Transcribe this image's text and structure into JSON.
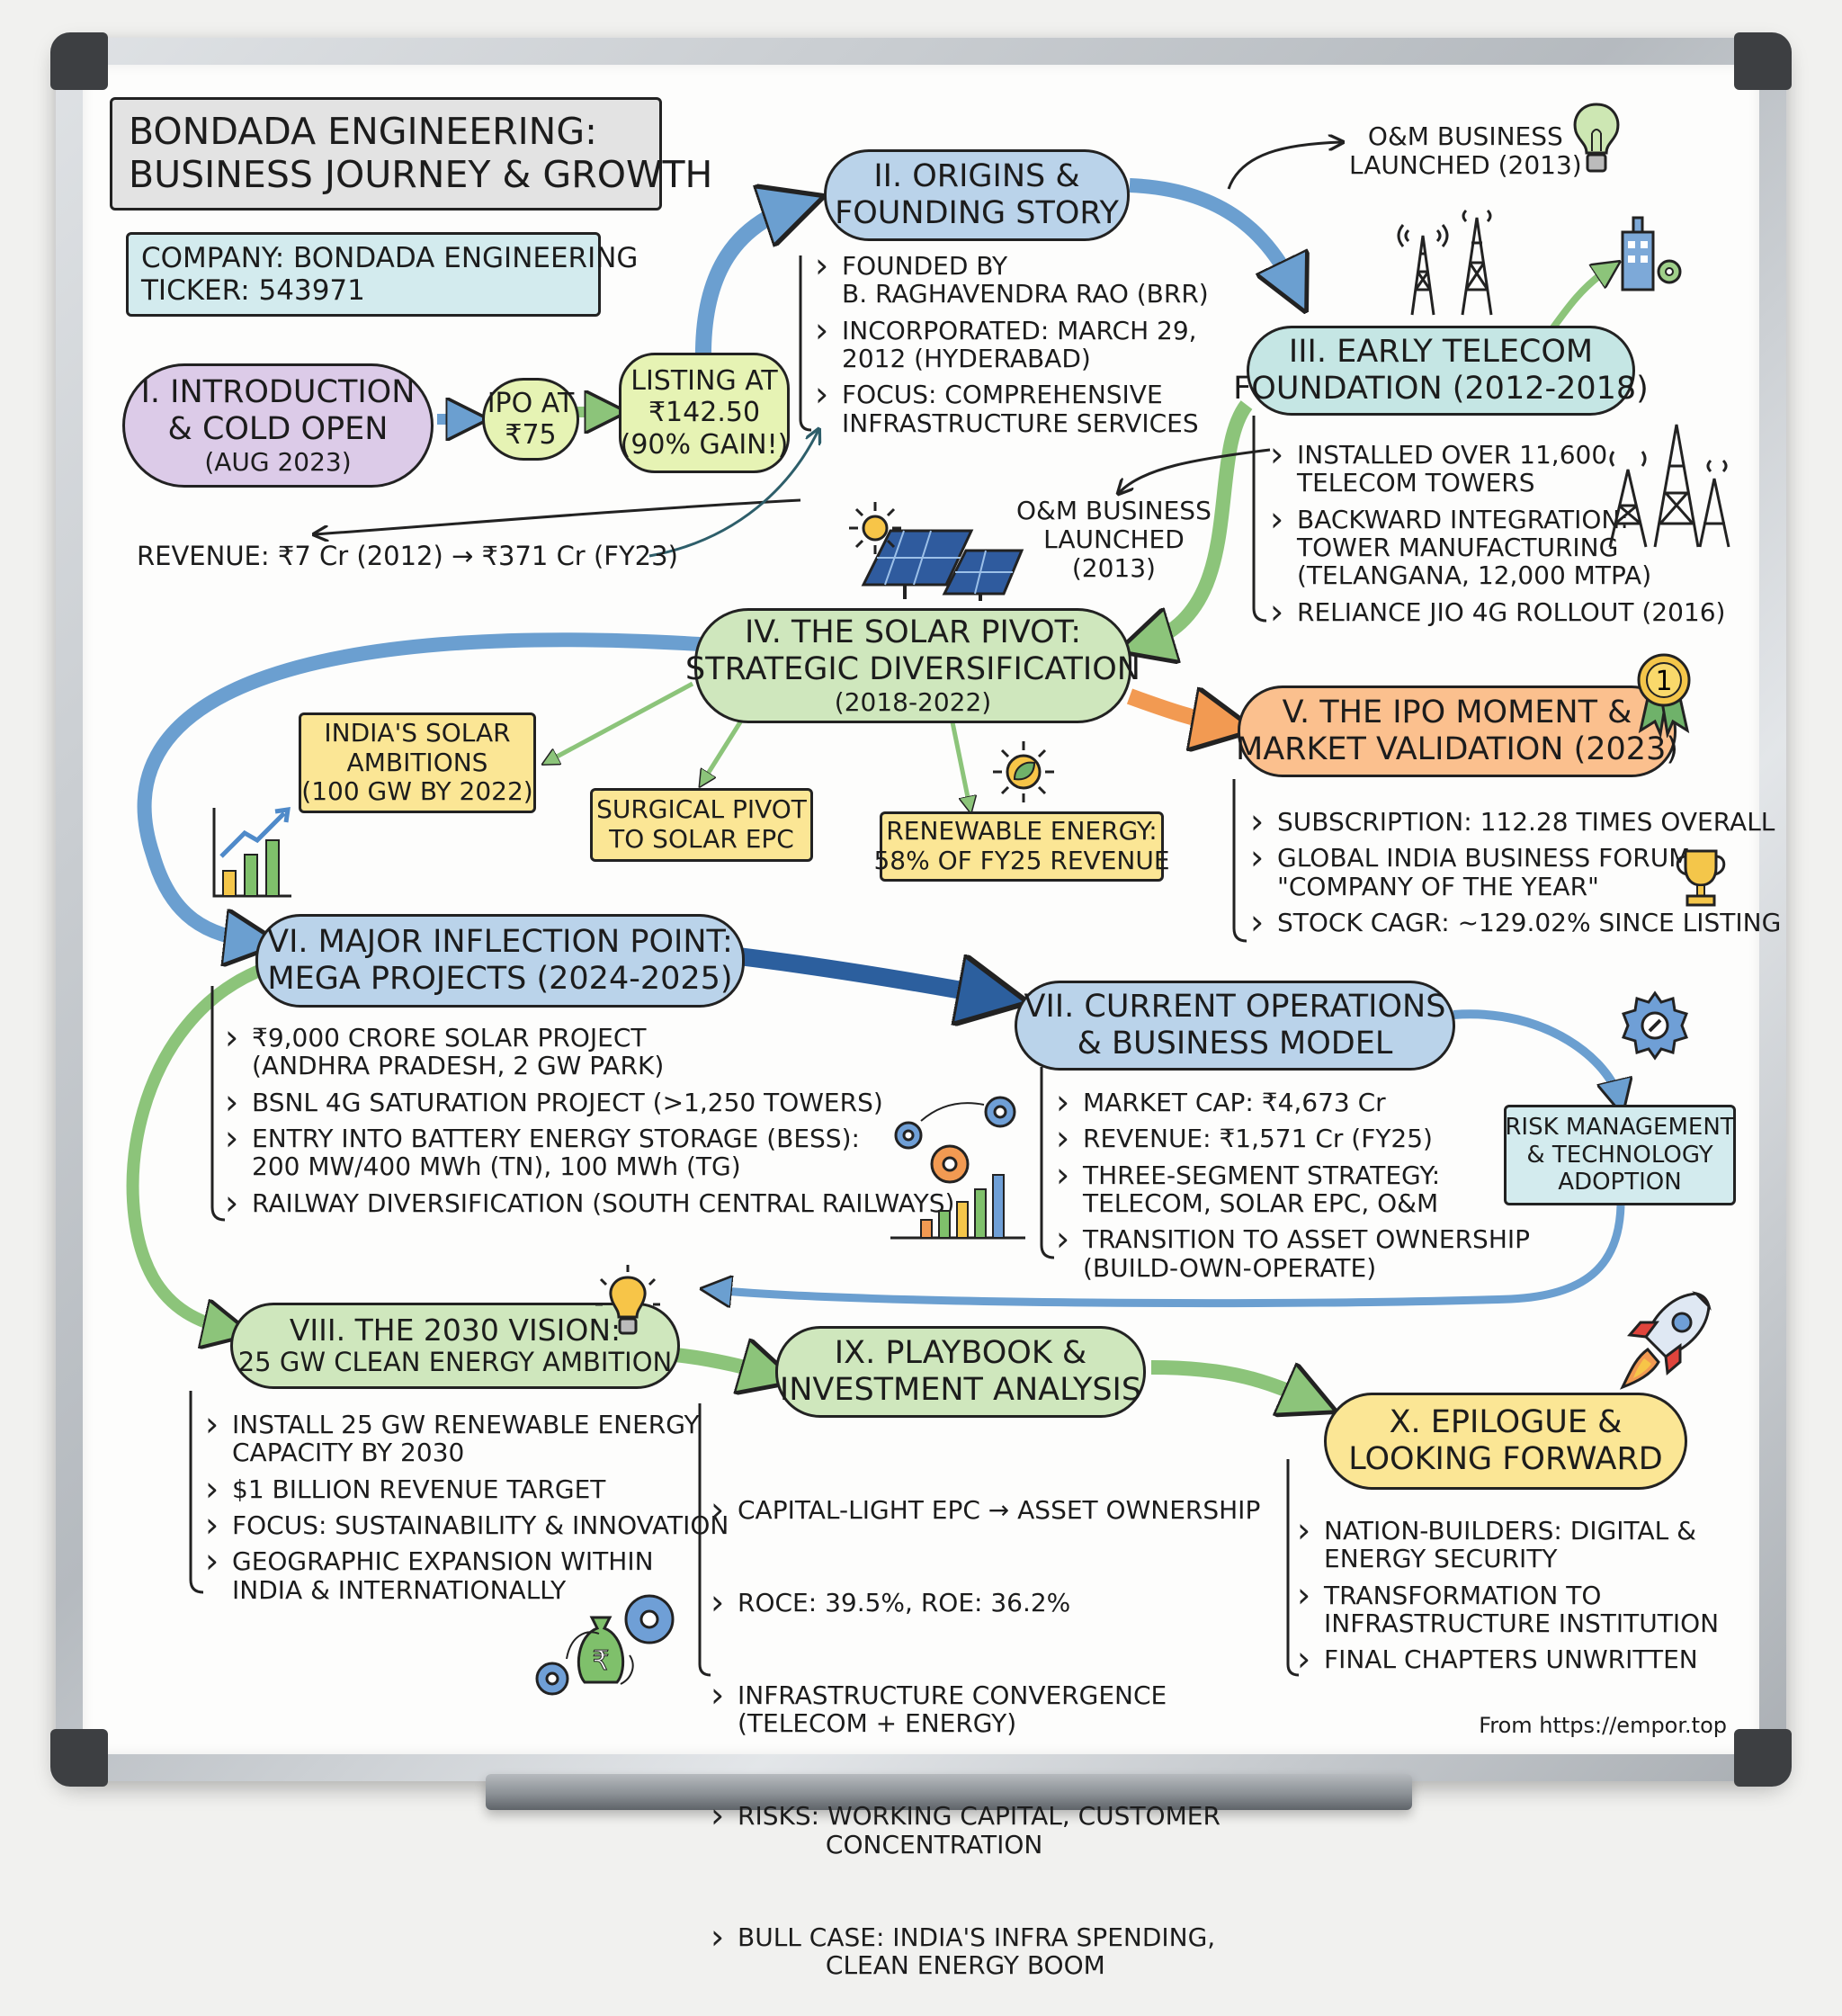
{
  "title": {
    "line1": "BONDADA ENGINEERING:",
    "line2": "BUSINESS JOURNEY & GROWTH"
  },
  "company_box": {
    "company": "COMPANY: BONDADA ENGINEERING",
    "ticker": "TICKER: 543971"
  },
  "intro": {
    "title_l1": "I. INTRODUCTION",
    "title_l2": "& COLD OPEN",
    "date": "(AUG 2023)",
    "ipo_l1": "IPO AT",
    "ipo_l2": "₹75",
    "listing_l1": "LISTING AT",
    "listing_l2": "₹142.50",
    "listing_l3": "(90% GAIN!)",
    "revenue": "REVENUE: ₹7 Cr (2012) → ₹371 Cr (FY23)"
  },
  "origins": {
    "title_l1": "II. ORIGINS &",
    "title_l2": "FOUNDING STORY",
    "bullets": [
      {
        "l1": "FOUNDED BY",
        "l2": "B. RAGHAVENDRA RAO (BRR)"
      },
      {
        "l1": "INCORPORATED: MARCH 29,",
        "l2": "2012 (HYDERABAD)"
      },
      {
        "l1": "FOCUS: COMPREHENSIVE",
        "l2": "INFRASTRUCTURE SERVICES"
      }
    ]
  },
  "om_top": {
    "l1": "O&M BUSINESS",
    "l2": "LAUNCHED (2013)"
  },
  "om_mid": {
    "l1": "O&M BUSINESS",
    "l2": "LAUNCHED",
    "l3": "(2013)"
  },
  "telecom": {
    "title_l1": "III. EARLY TELECOM",
    "title_l2": "FOUNDATION (2012-2018)",
    "bullets": [
      {
        "l1": "INSTALLED OVER 11,600",
        "l2": "TELECOM TOWERS"
      },
      {
        "l1": "BACKWARD INTEGRATION:",
        "l2": "TOWER MANUFACTURING",
        "l3": "(TELANGANA, 12,000 MTPA)"
      },
      {
        "l1": "RELIANCE JIO 4G ROLLOUT (2016)"
      }
    ]
  },
  "solar": {
    "title_l1": "IV. THE SOLAR PIVOT:",
    "title_l2": "STRATEGIC DIVERSIFICATION",
    "date": "(2018-2022)",
    "ambitions": {
      "l1": "INDIA'S SOLAR",
      "l2": "AMBITIONS",
      "l3": "(100 GW BY 2022)"
    },
    "surgical": {
      "l1": "SURGICAL PIVOT",
      "l2": "TO SOLAR EPC"
    },
    "renewable": {
      "l1": "RENEWABLE ENERGY:",
      "l2": "58% OF FY25 REVENUE"
    }
  },
  "ipo": {
    "title_l1": "V. THE IPO MOMENT &",
    "title_l2": "MARKET VALIDATION (2023)",
    "bullets": [
      {
        "l1": "SUBSCRIPTION: 112.28 TIMES OVERALL"
      },
      {
        "l1": "GLOBAL INDIA BUSINESS FORUM:",
        "l2": "\"COMPANY OF THE YEAR\""
      },
      {
        "l1": "STOCK CAGR: ~129.02% SINCE LISTING"
      }
    ],
    "medal_num": "1"
  },
  "mega": {
    "title_l1": "VI. MAJOR INFLECTION POINT:",
    "title_l2": "MEGA PROJECTS (2024-2025)",
    "bullets": [
      {
        "l1": "₹9,000 CRORE SOLAR PROJECT",
        "l2": "(ANDHRA PRADESH, 2 GW PARK)"
      },
      {
        "l1": "BSNL 4G SATURATION PROJECT (>1,250 TOWERS)"
      },
      {
        "l1": "ENTRY INTO BATTERY ENERGY STORAGE (BESS):",
        "l2": "200 MW/400 MWh (TN), 100 MWh (TG)"
      },
      {
        "l1": "RAILWAY DIVERSIFICATION (SOUTH CENTRAL RAILWAYS)"
      }
    ]
  },
  "operations": {
    "title_l1": "VII. CURRENT OPERATIONS",
    "title_l2": "& BUSINESS MODEL",
    "bullets": [
      {
        "l1": "MARKET CAP: ₹4,673 Cr"
      },
      {
        "l1": "REVENUE: ₹1,571 Cr (FY25)"
      },
      {
        "l1": "THREE-SEGMENT STRATEGY:",
        "l2": "TELECOM, SOLAR EPC, O&M"
      },
      {
        "l1": "TRANSITION TO ASSET OWNERSHIP",
        "l2": "(BUILD-OWN-OPERATE)"
      }
    ],
    "risk": {
      "l1": "RISK MANAGEMENT",
      "l2": "& TECHNOLOGY",
      "l3": "ADOPTION"
    }
  },
  "vision": {
    "title_l1": "VIII. THE 2030 VISION:",
    "title_l2": "25 GW CLEAN ENERGY AMBITION",
    "bullets": [
      {
        "l1": "INSTALL 25 GW RENEWABLE ENERGY",
        "l2": "CAPACITY BY 2030"
      },
      {
        "l1": "$1 BILLION REVENUE TARGET"
      },
      {
        "l1": "FOCUS: SUSTAINABILITY & INNOVATION"
      },
      {
        "l1": "GEOGRAPHIC EXPANSION WITHIN",
        "l2": "INDIA & INTERNATIONALLY"
      }
    ],
    "money_symbol": "₹"
  },
  "playbook": {
    "title_l1": "IX. PLAYBOOK &",
    "title_l2": "INVESTMENT ANALYSIS",
    "bullets": [
      {
        "l1": "CAPITAL-LIGHT EPC → ASSET OWNERSHIP"
      },
      {
        "l1": "ROCE: 39.5%, ROE: 36.2%"
      },
      {
        "l1": "INFRASTRUCTURE CONVERGENCE",
        "l2": "(TELECOM + ENERGY)"
      },
      {
        "l1": "RISKS: WORKING CAPITAL, CUSTOMER",
        "l2": "           CONCENTRATION"
      },
      {
        "l1": "BULL CASE: INDIA'S INFRA SPENDING,",
        "l2": "           CLEAN ENERGY BOOM"
      }
    ]
  },
  "epilogue": {
    "title_l1": "X. EPILOGUE &",
    "title_l2": "LOOKING FORWARD",
    "bullets": [
      {
        "l1": "NATION-BUILDERS: DIGITAL &",
        "l2": "ENERGY SECURITY"
      },
      {
        "l1": "TRANSFORMATION TO",
        "l2": "INFRASTRUCTURE INSTITUTION"
      },
      {
        "l1": "FINAL CHAPTERS UNWRITTEN"
      }
    ]
  },
  "credit": "From https://empor.top",
  "colors": {
    "ink": "#222222",
    "blue_arrow": "#6b9fd0",
    "green_arrow": "#8cc47a",
    "orange_arrow": "#f29a52",
    "navy_arrow": "#2c5f9e",
    "teal_arrow": "#2d5e6a"
  },
  "icons": [
    "lightbulb-icon",
    "telecom-tower-icon",
    "building-gear-icon",
    "solar-panel-icon",
    "sun-icon",
    "medal-icon",
    "trophy-icon",
    "bar-chart-icon",
    "leaf-sun-icon",
    "gears-chart-icon",
    "gear-icon",
    "rocket-icon",
    "money-bag-gears-icon"
  ]
}
